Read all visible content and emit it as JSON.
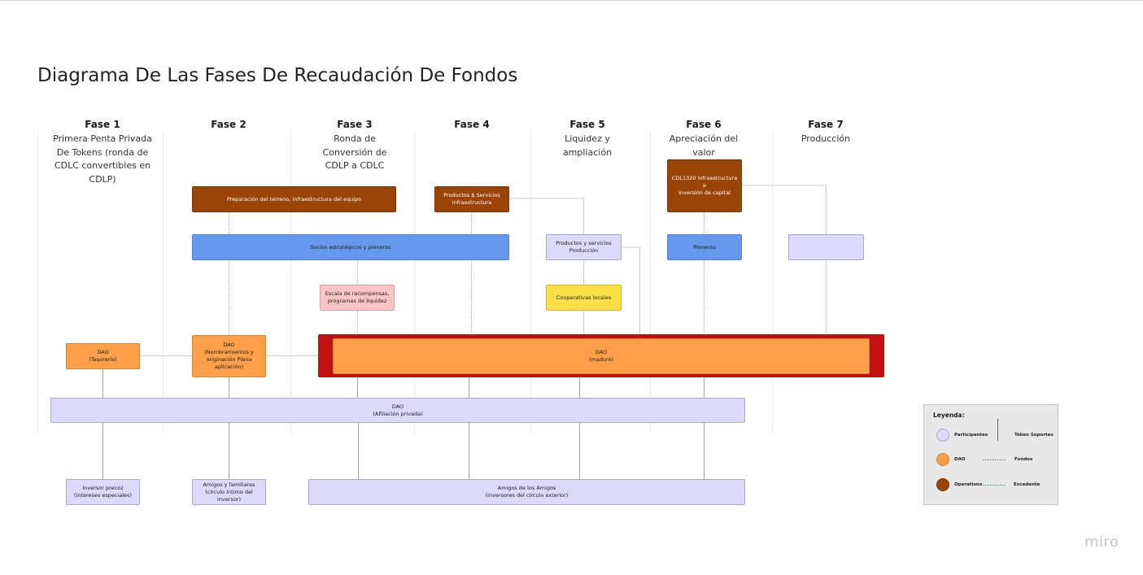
{
  "title": "Diagrama De Las Fases De Recaudación De Fondos",
  "phases": [
    {
      "name": "Fase 1",
      "desc": "Primera Penta Privada\nDe Tokens (ronda de\nCDLC convertibles en\nCDLP)"
    },
    {
      "name": "Fase 2",
      "desc": ""
    },
    {
      "name": "Fase 3",
      "desc": "Ronda de\nConversión de\nCDLP a CDLC"
    },
    {
      "name": "Fase 4",
      "desc": ""
    },
    {
      "name": "Fase 5",
      "desc": "Liquidez y\nampliación"
    },
    {
      "name": "Fase 6",
      "desc": "Apreciación del\nvalor"
    },
    {
      "name": "Fase 7",
      "desc": "Producción"
    }
  ],
  "nodes": {
    "prep": "Preparación del terreno, infraestructura del equipo",
    "prod_serv_infra": "Productos $ Servicios\nInfraestructura",
    "cdl1320": "CDL1320 Infraestructura e\ninversión de capital",
    "socios": "Socios estratégicos y pioneros",
    "prod_serv_prod": "Productos y servicios\nProducción",
    "pioneros": "Pioneros",
    "fase7_empty": "",
    "escala": "Escala de recompensas,\nprogramas de liquidez",
    "coop": "Cooperativas locales",
    "dao_tesoreria": "DAO\n(Tesorería)",
    "dao_nombramientos": "DAO\n(Nombramientos y\noriginación Plena aplicación)",
    "dao_maduro": "DAO\n(maduro)",
    "dao_afiliacion": "DAO\n(Afiliación privada)",
    "inversor": "Inversor precoz\n(intereses especiales)",
    "amigos_familiares": "Amigos y familiares\n(círculo íntimo del inversor)",
    "amigos_amigos": "Amigos de los Amigos\n(inversores del círculo exterior)"
  },
  "legend": {
    "title": "Leyenda:",
    "participantes": "Participantes",
    "dao": "DAO",
    "operations": "Operations",
    "token_soportes": "Token Soportes",
    "fondos": "Fondos",
    "excedente": "Excedente"
  },
  "colors": {
    "brown": "#9a4507",
    "blue": "#6699ee",
    "lavender": "#dcdafa",
    "pink": "#fbc5c5",
    "yellow": "#fde047",
    "orange": "#fea04a",
    "red": "#c01010"
  },
  "watermark": "miro"
}
